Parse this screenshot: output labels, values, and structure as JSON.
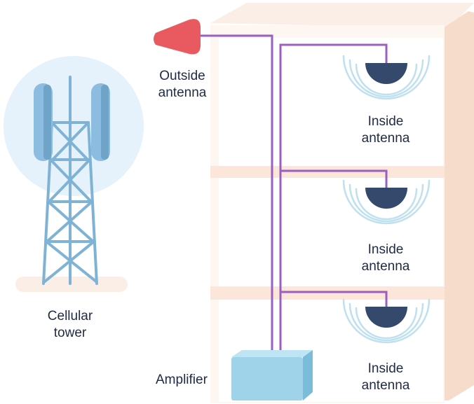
{
  "labels": {
    "cellular_tower": [
      "Cellular",
      "tower"
    ],
    "outside_antenna": [
      "Outside",
      "antenna"
    ],
    "amplifier": "Amplifier",
    "inside_antennas": [
      [
        "Inside",
        "antenna"
      ],
      [
        "Inside",
        "antenna"
      ],
      [
        "Inside",
        "antenna"
      ]
    ]
  },
  "colors": {
    "cable": "#9b5fc0",
    "outside_antenna": "#e85a5f",
    "inside_antenna_dome": "#34496b",
    "signal_waves": "#bfe0ef",
    "amplifier": "#9fd3ea",
    "tower": "#7fb3d5",
    "building_wall": "#fbeee6",
    "floor_slab": "#fbe6d9",
    "tower_halo": "#e6f2fb"
  }
}
